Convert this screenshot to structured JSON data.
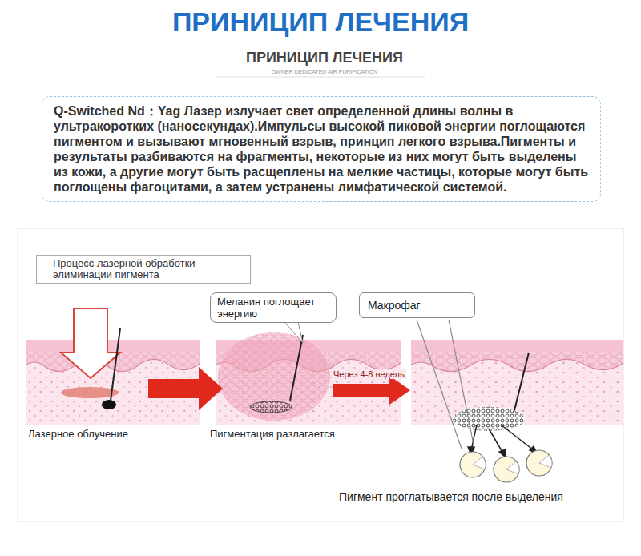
{
  "diagram": {
    "title": "ПРИНИЦИП ЛЕЧЕНИЯ",
    "nodes": [
      {
        "text": [
          "Q-Switched Nd：Yag Лазер излучает свет определенной длины волны в ультракоротких (наносекундах).Импульсы высокой пиковой энергии поглощаются пигментом и вызывают мгновенный взрыв, принцип легкого взрыва.Пигменты и результаты разбиваются на фрагменты, некоторые из них могут быть выделены из кожи, а другие могут быть расщеплены на мелкие частицы, которые могут быть поглощены фагоцитами, а затем устранены лимфатической системой."
        ]
      },
      {
        "text": [
          "Процесс лазерной обработки элиминации пигмента"
        ]
      },
      {
        "text": [
          "Меланин поглощает энергию"
        ]
      },
      {
        "text": [
          "Макрофаг"
        ]
      }
    ],
    "labels": [
      "ПРИНИЦИП ЛЕЧЕНИЯ",
      "OWNER DEDICATED AIR PURIFICATION",
      "Лазерное облучение",
      "Пигментация разлагается",
      "Через 4-8 недель",
      "Пигмент проглатывается после выделения"
    ]
  }
}
